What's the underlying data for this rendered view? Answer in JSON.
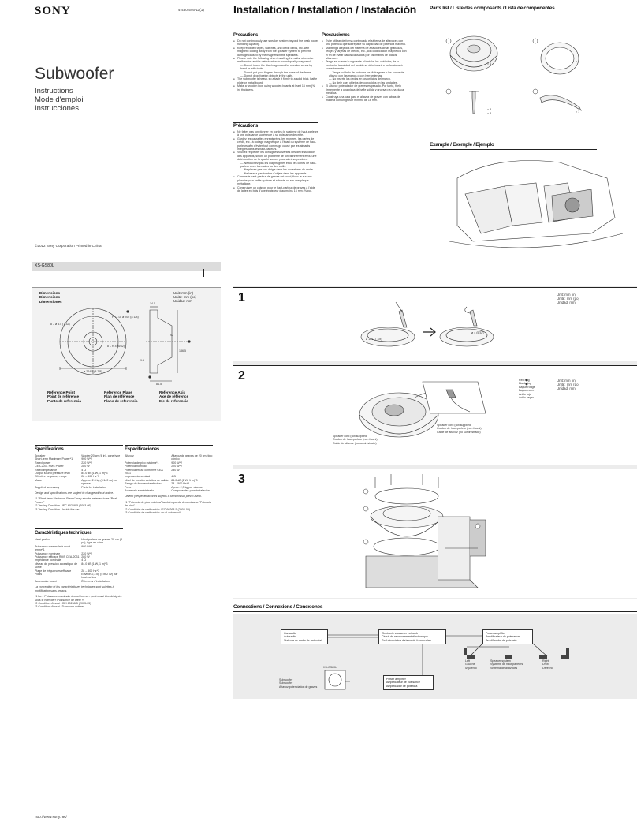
{
  "brand": "SONY",
  "doc_code": "4-430-546-11(1)",
  "product": "Subwoofer",
  "manual_titles": [
    "Instructions",
    "Mode d'emploi",
    "Instrucciones"
  ],
  "copyright": "©2012 Sony Corporation    Printed in China",
  "model": "XS-GS80L",
  "url": "http://www.sony.net/",
  "install_title": "Installation / Installation / Instalación",
  "precautions": {
    "en": {
      "title": "Precautions",
      "items": [
        "Do not continuously use speaker system beyond the peak power handling capacity.",
        "Keep recorded tapes, watches, and credit cards, etc. with magnetic coding away from the speaker system to prevent damage caused by the magnets in the speakers.",
        "Please note the following when installing the units; otherwise malfunction and/or deterioration in sound quality may result.",
        "— Do not touch the diaphragms and/or speaker cones by hand or with tools.",
        "— Do not put your fingers through the holes of the frame.",
        "— Do not drop foreign objects in the units.",
        "The subwoofer is heavy, so attach it firmly to a solid thick, baffle plate or metal board.",
        "Make a wooden box, using wooden boards at least 16 mm (⅝ in) thickness."
      ]
    },
    "fr": {
      "title": "Précautions",
      "items": [
        "Ne faites pas fonctionner en continu le système de haut-parleurs à une puissance supérieure à sa puissance de crête.",
        "Gardez les cassettes enregistrées, les montres, les cartes de crédit, etc., à codage magnétique à l'écart du système de haut-parleurs afin d'éviter tout dommage causé par les aimants intégrés dans les haut-parleurs.",
        "Veuillez respecter les consignes suivantes lors de l'installation des appareils, sinon, un problème de fonctionnement et/ou une détérioration de la qualité sonore pourraient se produire.",
        "— Ne touchez pas les diaphragmes et/ou les cônes de haut-parleur avec les mains ou des outils.",
        "— Ne placez pas vos doigts dans les ouvertures du cadre.",
        "— Ne laissez pas tomber d'objets dans les appareils.",
        "Comme le haut-parleur de graves est lourd, fixez-le sur une planche pour baffle épaisse et robuste ou sur une plaque métallique.",
        "Construisez un caisson pour le haut-parleur de graves à l'aide de lattes en bois d'une épaisseur d'au moins 16 mm (⅝ po)."
      ]
    },
    "es": {
      "title": "Precauciones",
      "items": [
        "Evite utilizar de forma continuada el sistema de altavoces con una potencia que sobrepase su capacidad de potencia máxima.",
        "Mantenga alejados del sistema de altavoces cintas grabadas, relojes y tarjetas de crédito, etc., con codificación magnética con el fin de evitar daños causados por los imanes de dichos altavoces.",
        "Tenga en cuenta lo siguiente al instalar las unidades; de lo contrario, la calidad del sonido se deteriorará o no funcionará correctamente.",
        "— Tenga cuidado de no tocar los diafragmas o los conos de altavoz con las manos o con herramientas.",
        "— No inserte los dedos en los orificios del marco.",
        "— No deje caer objetos desconocidos en las unidades.",
        "El altavoz potenciador de graves es pesado. Por tanto, fíjelo firmemente a una placa de bafle sólida y gruesa o a una placa metálica.",
        "Construya una caja para el altavoz de graves con tablas de madera con un grosor mínimo de 16 mm."
      ]
    }
  },
  "parts": {
    "title": "Parts list / Liste des composants / Lista de componentes",
    "qty": [
      "× 1",
      "× 1",
      "× 8",
      "× 8",
      "× 1"
    ]
  },
  "example_title": "Example / Exemple / Ejemplo",
  "dimensions": {
    "titles": [
      "Dimensions",
      "Dimensions",
      "Dimensiones"
    ],
    "units": [
      "Unit: mm (in)",
      "Unité: mm (po)",
      "Unidad: mm"
    ],
    "labels": [
      "8 – ø 5.5 (7/32)",
      "P. C. D. ø 205 (8 1/8)",
      "8 – R 4 (5/32)",
      "ø 224.5 (8 7/8)",
      "14.5",
      "97",
      "186.5",
      "9.6",
      "84.5"
    ],
    "legend": [
      [
        "Reference Point",
        "Point de référence",
        "Punto de referencia"
      ],
      [
        "Reference Plane",
        "Plan de référence",
        "Plano de referencia"
      ],
      [
        "Reference Axis",
        "Axe de référence",
        "Eje de referencia"
      ]
    ]
  },
  "specs": {
    "title": "Specifications",
    "rows": [
      [
        "Speaker",
        "Woofer 20 cm (8 in), cone type"
      ],
      [
        "Short-term Maximum Power*1",
        "900 W*2"
      ],
      [
        "Rated power",
        "220 W*2"
      ],
      [
        "CEA-2031 RMS Power",
        "280 W"
      ],
      [
        "Rated impedance",
        "4 Ω"
      ],
      [
        "Output sound pressure level",
        "84.0 dB (1 W, 1 m)*3"
      ],
      [
        "Effective frequency range",
        "28 – 500 Hz*3"
      ],
      [
        "Mass",
        "Approx. 2.3 kg (5 lb 2 oz) per speaker"
      ],
      [
        "Supplied accessory",
        "Parts for installation"
      ]
    ],
    "note": "Design and specifications are subject to change without notice.",
    "footnotes": [
      "*1 \"Short-term Maximum Power\" may also be referred to as \"Peak Power.\"",
      "*2 Testing Condition : IEC 60268-5 (2003-05)",
      "*3 Testing Condition : Inside the car"
    ]
  },
  "specs_fr": {
    "title": "Caractéristiques techniques",
    "rows": [
      [
        "Haut-parleur",
        "Haut-parleur de graves 20 cm (8 po), type en cône"
      ],
      [
        "Puissance maximale à court terme*1",
        "900 W*2"
      ],
      [
        "Puissance nominale",
        "220 W*2"
      ],
      [
        "Puissance efficace RMS CEA-2031",
        "280 W"
      ],
      [
        "Impédance nominale",
        "4 Ω"
      ],
      [
        "Niveau de pression acoustique de sortie",
        "84.0 dB (1 W, 1 m)*3"
      ],
      [
        "Plage de fréquences efficace",
        "28 – 500 Hz*3"
      ],
      [
        "Poids",
        "Environ 2,3 kg (5 lb 2 oz) par haut-parleur"
      ],
      [
        "Accessoire fourni",
        "Éléments d'installation"
      ]
    ],
    "note": "La conception et les caractéristiques techniques sont sujettes à modification sans préavis.",
    "footnotes": [
      "*1 La « Puissance maximale à court terme » peut aussi être désignée sous le nom de « Puissance de crête ».",
      "*2 Condition d'essai : CEI 60268-5 (2003-05)",
      "*3 Condition d'essai : Dans une voiture"
    ]
  },
  "specs_es": {
    "title": "Especificaciones",
    "rows": [
      [
        "Altavoz",
        "Altavoz de graves de 20 cm, tipo cónico"
      ],
      [
        "Potencia de pico máxima*1",
        "900 W*2"
      ],
      [
        "Potencia nominal",
        "220 W*2"
      ],
      [
        "Potencia eficaz conforme CEA 2031",
        "280 W"
      ],
      [
        "Impedancia nominal",
        "4 Ω"
      ],
      [
        "Nivel de presión acústica de salida",
        "84.0 dB (1 W, 1 m)*3"
      ],
      [
        "Rango de frecuencia efectivo",
        "28 – 500 Hz*3"
      ],
      [
        "Peso",
        "Aprox. 2,3 kg por altavoz"
      ],
      [
        "Accesorio suministrado",
        "Componentes para instalación"
      ]
    ],
    "note": "Diseño y especificaciones sujetos a cambios sin previo aviso.",
    "footnotes": [
      "*1 \"Potencia de pico máxima\" también puede denominarse \"Potencia de pico\".",
      "*2 Condición de verificación: IEC 60268-5 (2003-05)",
      "*3 Condición de verificación: en el automóvil"
    ]
  },
  "steps": {
    "s1": {
      "num": "1",
      "units": [
        "Unit: mm (in)",
        "Unité: mm (po)",
        "Unidad: mm"
      ],
      "labels": [
        "ø 181 (7 1/8)",
        "ø 4 (5/32)"
      ]
    },
    "s2": {
      "num": "2",
      "units": [
        "Unit: mm (in)",
        "Unité: mm (po)",
        "Unidad: mm"
      ],
      "colors": [
        "Red ring",
        "Black ring",
        "Bague rouge",
        "Bague noire",
        "Anillo rojo",
        "Anillo negro"
      ],
      "cord_left": [
        "Speaker cord (not supplied)",
        "Cordon de haut-parleur (non fourni)",
        "Cable de altavoz (no suministrado)"
      ],
      "cord_right": [
        "Speaker cord (not supplied)",
        "Cordon de haut-parleur (non fourni)",
        "Cable de altavoz (no suministrado)"
      ]
    },
    "s3": {
      "num": "3"
    }
  },
  "connections": {
    "title": "Connections / Connexions / Conexiones",
    "car_audio": [
      "Car audio",
      "Autoradio",
      "Sistema de audio de automóvil"
    ],
    "crossover": [
      "Electronic crossover network",
      "Circuit de recouvrement électronique",
      "Red electrónica divisora de frecuencias"
    ],
    "amp1": [
      "Power amplifier",
      "Amplificateur de puissance",
      "Amplificador de potencia"
    ],
    "amp2": [
      "Power amplifier",
      "Amplificateur de puissance",
      "Amplificador de potencia"
    ],
    "sub": [
      "Subwoofer",
      "Subwoofer",
      "Altavoz potenciador de graves"
    ],
    "model": "XS-GS80L",
    "left": [
      "Left",
      "Gauche",
      "Izquierdo"
    ],
    "right": [
      "Right",
      "Droit",
      "Derecho"
    ],
    "speaker_system": [
      "Speaker system",
      "Système de haut-parleurs",
      "Sistema de altavoces"
    ]
  }
}
